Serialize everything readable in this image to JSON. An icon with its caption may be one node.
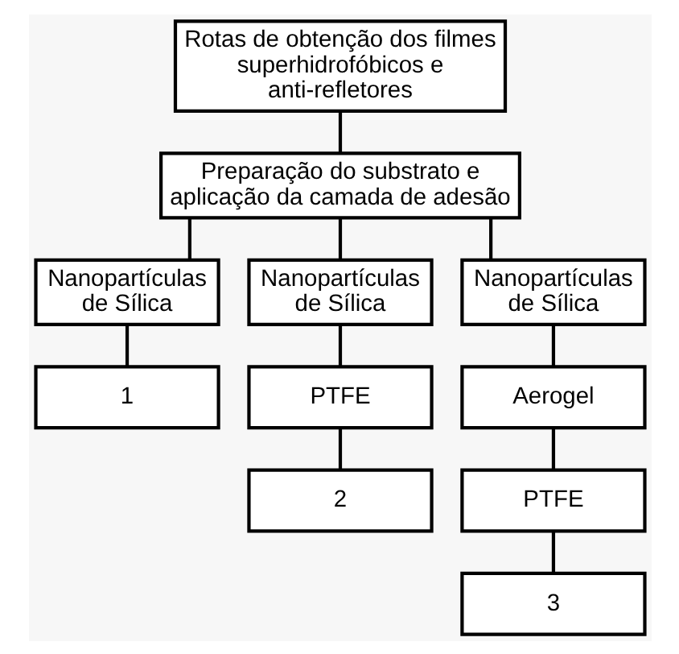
{
  "diagram": {
    "nodes": [
      {
        "text": [
          "Rotas de obtenção dos filmes superhidrofóbicos e anti-refletores"
        ]
      },
      {
        "text": [
          "Preparação do substrato e aplicação da camada de adesão"
        ]
      },
      {
        "text": [
          "Nanopartículas de Sílica"
        ]
      },
      {
        "text": [
          "Nanopartículas de Sílica"
        ]
      },
      {
        "text": [
          "Nanopartículas de Sílica"
        ]
      },
      {
        "text": [
          "1"
        ]
      },
      {
        "text": [
          "PTFE"
        ]
      },
      {
        "text": [
          "Aerogel"
        ]
      },
      {
        "text": [
          "2"
        ]
      },
      {
        "text": [
          "PTFE"
        ]
      },
      {
        "text": [
          "3"
        ]
      }
    ],
    "edges": [
      {
        "from": 0,
        "to": 1,
        "arrow": "none"
      },
      {
        "from": 1,
        "to": 2,
        "arrow": "none"
      },
      {
        "from": 1,
        "to": 3,
        "arrow": "none"
      },
      {
        "from": 1,
        "to": 4,
        "arrow": "none"
      },
      {
        "from": 2,
        "to": 5,
        "arrow": "none"
      },
      {
        "from": 3,
        "to": 6,
        "arrow": "none"
      },
      {
        "from": 4,
        "to": 7,
        "arrow": "none"
      },
      {
        "from": 6,
        "to": 8,
        "arrow": "none"
      },
      {
        "from": 7,
        "to": 9,
        "arrow": "none"
      },
      {
        "from": 9,
        "to": 10,
        "arrow": "none"
      }
    ]
  }
}
